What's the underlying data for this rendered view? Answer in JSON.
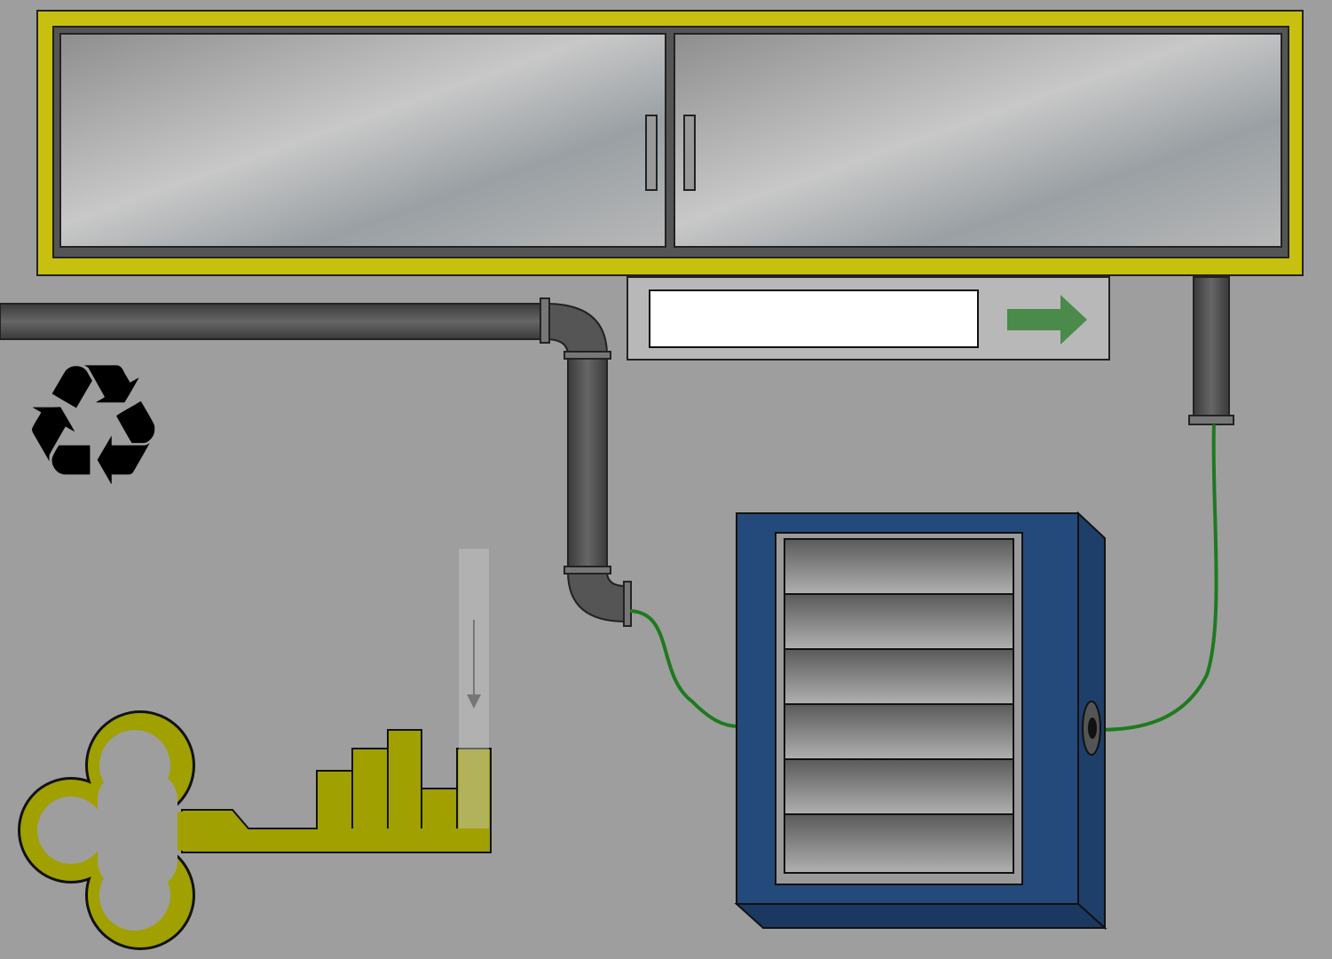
{
  "scene": "escape-room-wall",
  "colors": {
    "background": "#9e9e9e",
    "cabinet_frame": "#c8c010",
    "key": "#a0a000",
    "machine_body": "#234a7a",
    "cable": "#1e7a1e",
    "submit_arrow": "#4a8a4a",
    "pipe": "#555555"
  },
  "code_panel": {
    "input_value": "",
    "submit_icon": "arrow-right-icon"
  },
  "icons": {
    "recycle": "♻",
    "recycle_name": "recycle-icon"
  },
  "key_teeth_heights": [
    2,
    3,
    4,
    1,
    3
  ]
}
